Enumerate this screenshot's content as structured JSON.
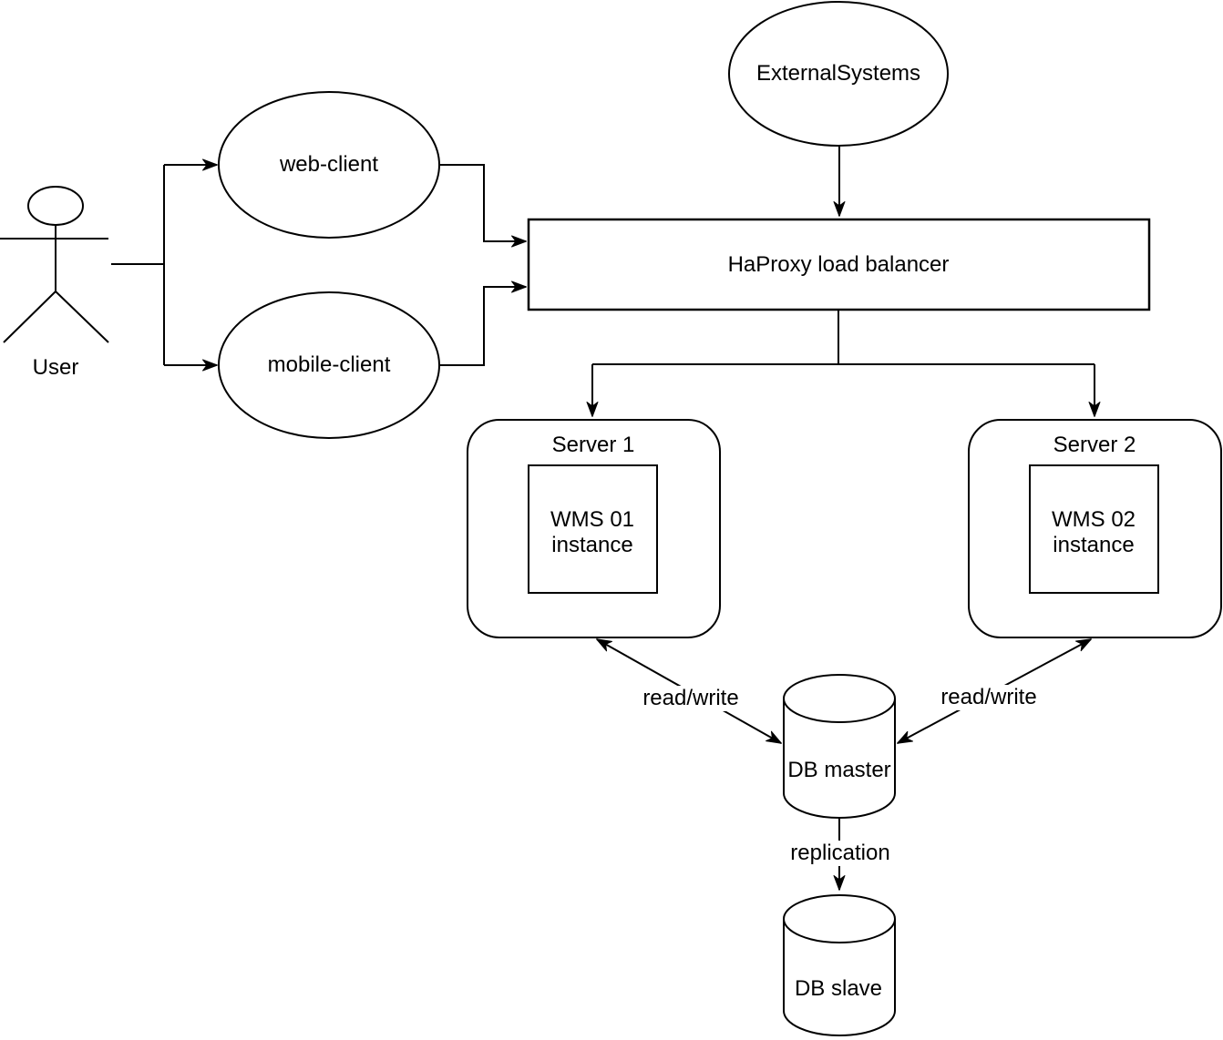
{
  "diagram": {
    "background_color": "#ffffff",
    "stroke_color": "#000000",
    "nodes": {
      "user": {
        "label": "User",
        "shape": "actor"
      },
      "web_client": {
        "label": "web-client",
        "shape": "ellipse"
      },
      "mobile_client": {
        "label": "mobile-client",
        "shape": "ellipse"
      },
      "external_systems": {
        "label": "ExternalSystems",
        "shape": "ellipse"
      },
      "haproxy": {
        "label": "HaProxy load balancer",
        "shape": "rectangle"
      },
      "server1": {
        "label": "Server 1",
        "shape": "rounded-rectangle"
      },
      "wms01": {
        "label_line1": "WMS 01",
        "label_line2": "instance",
        "shape": "rectangle"
      },
      "server2": {
        "label": "Server 2",
        "shape": "rounded-rectangle"
      },
      "wms02": {
        "label_line1": "WMS 02",
        "label_line2": "instance",
        "shape": "rectangle"
      },
      "db_master": {
        "label": "DB master",
        "shape": "cylinder"
      },
      "db_slave": {
        "label": "DB slave",
        "shape": "cylinder"
      }
    },
    "edge_labels": {
      "read_write_left": "read/write",
      "read_write_right": "read/write",
      "replication": "replication"
    }
  }
}
